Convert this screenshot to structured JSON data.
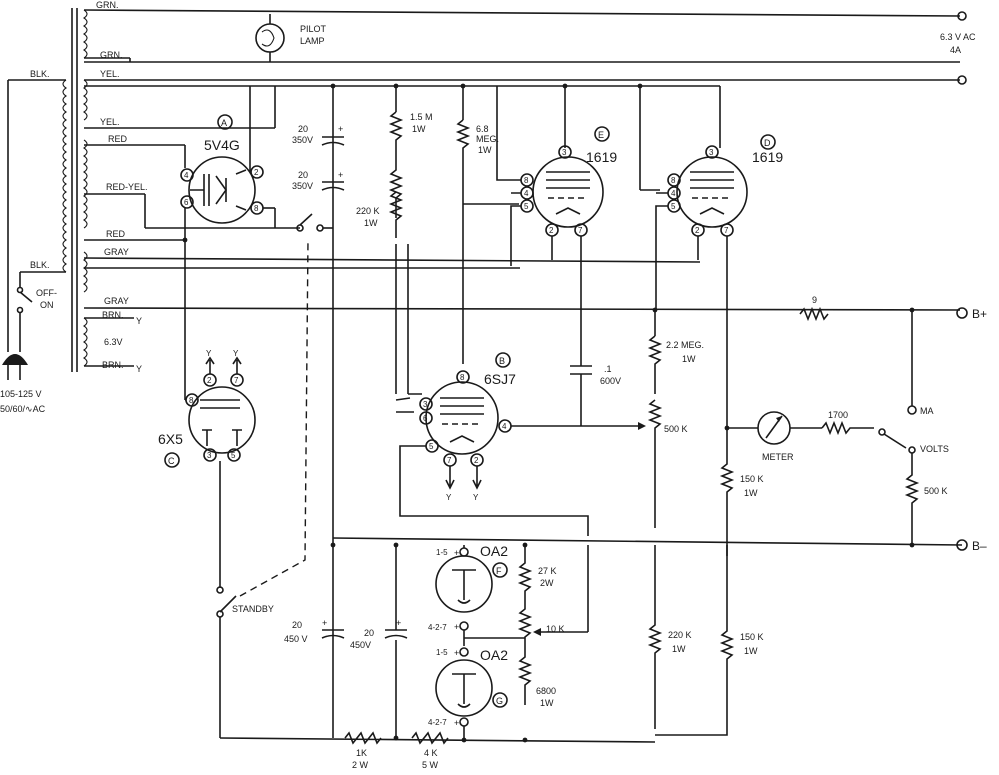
{
  "transformer": {
    "leads": [
      "GRN.",
      "GRN.",
      "YEL.",
      "YEL.",
      "RED",
      "RED-YEL.",
      "RED",
      "GRAY",
      "GRAY",
      "BRN.",
      "6.3V",
      "BRN."
    ],
    "primary_lead": "BLK.",
    "primary_lead2": "BLK.",
    "brn_tap": "Y"
  },
  "power": {
    "plug_label_1": "105-125 V",
    "plug_label_2": "50/60/∿AC",
    "switch_label_1": "OFF-",
    "switch_label_2": "ON",
    "standby_label": "STANDBY"
  },
  "pilot": {
    "label_1": "PILOT",
    "label_2": "LAMP"
  },
  "outputs": {
    "ac_1": "6.3 V AC",
    "ac_2": "4A",
    "bplus": "B+",
    "bminus": "B–",
    "ma": "MA",
    "volts": "VOLTS",
    "meter": "METER"
  },
  "tubes": {
    "A": {
      "letter": "A",
      "type": "5V4G"
    },
    "B": {
      "letter": "B",
      "type": "6SJ7"
    },
    "C": {
      "letter": "C",
      "type": "6X5"
    },
    "D": {
      "letter": "D",
      "type": "1619"
    },
    "E": {
      "letter": "E",
      "type": "1619"
    },
    "F": {
      "letter": "F",
      "type": "OA2"
    },
    "G": {
      "letter": "G",
      "type": "OA2"
    },
    "F_pin_top": "1-5",
    "F_pin_bottom": "4-2-7",
    "G_pin_top": "1-5",
    "G_pin_bottom": "4-2-7"
  },
  "components": {
    "c1_val": "20",
    "c1_v": "350V",
    "c2_val": "20",
    "c2_v": "350V",
    "c3_val": "20",
    "c3_v": "450 V",
    "c4_val": "20",
    "c4_v": "450V",
    "c5_val": ".1",
    "c5_v": "600V",
    "r_15m": "1.5 M",
    "r_15m_w": "1W",
    "r_68m_1": "6.8",
    "r_68m_2": "MEG.",
    "r_68m_w": "1W",
    "r_220k_a": "220 K",
    "r_220k_a_w": "1W",
    "r_22m": "2.2 MEG.",
    "r_22m_w": "1W",
    "pot_500k": "500 K",
    "r_9": "9",
    "r_1700": "1700",
    "r_500k": "500 K",
    "r_150k_a": "150 K",
    "r_150k_a_w": "1W",
    "r_150k_b": "150 K",
    "r_150k_b_w": "1W",
    "r_220k_b": "220 K",
    "r_220k_b_w": "1W",
    "r_27k": "27 K",
    "r_27k_w": "2W",
    "pot_10k": "10 K",
    "r_6800": "6800",
    "r_6800_w": "1W",
    "r_1k": "1K",
    "r_1k_w": "2 W",
    "r_4k": "4 K",
    "r_4k_w": "5 W"
  },
  "pins": {
    "A": [
      "4",
      "6",
      "2",
      "8"
    ],
    "C": [
      "8",
      "2",
      "7",
      "3",
      "5"
    ],
    "heater_y": "Y",
    "B": [
      "8",
      "3",
      "6",
      "5",
      "4",
      "7",
      "2"
    ],
    "E": [
      "3",
      "8",
      "4",
      "5",
      "2",
      "7"
    ],
    "D": [
      "3",
      "8",
      "4",
      "5",
      "2",
      "7"
    ]
  }
}
